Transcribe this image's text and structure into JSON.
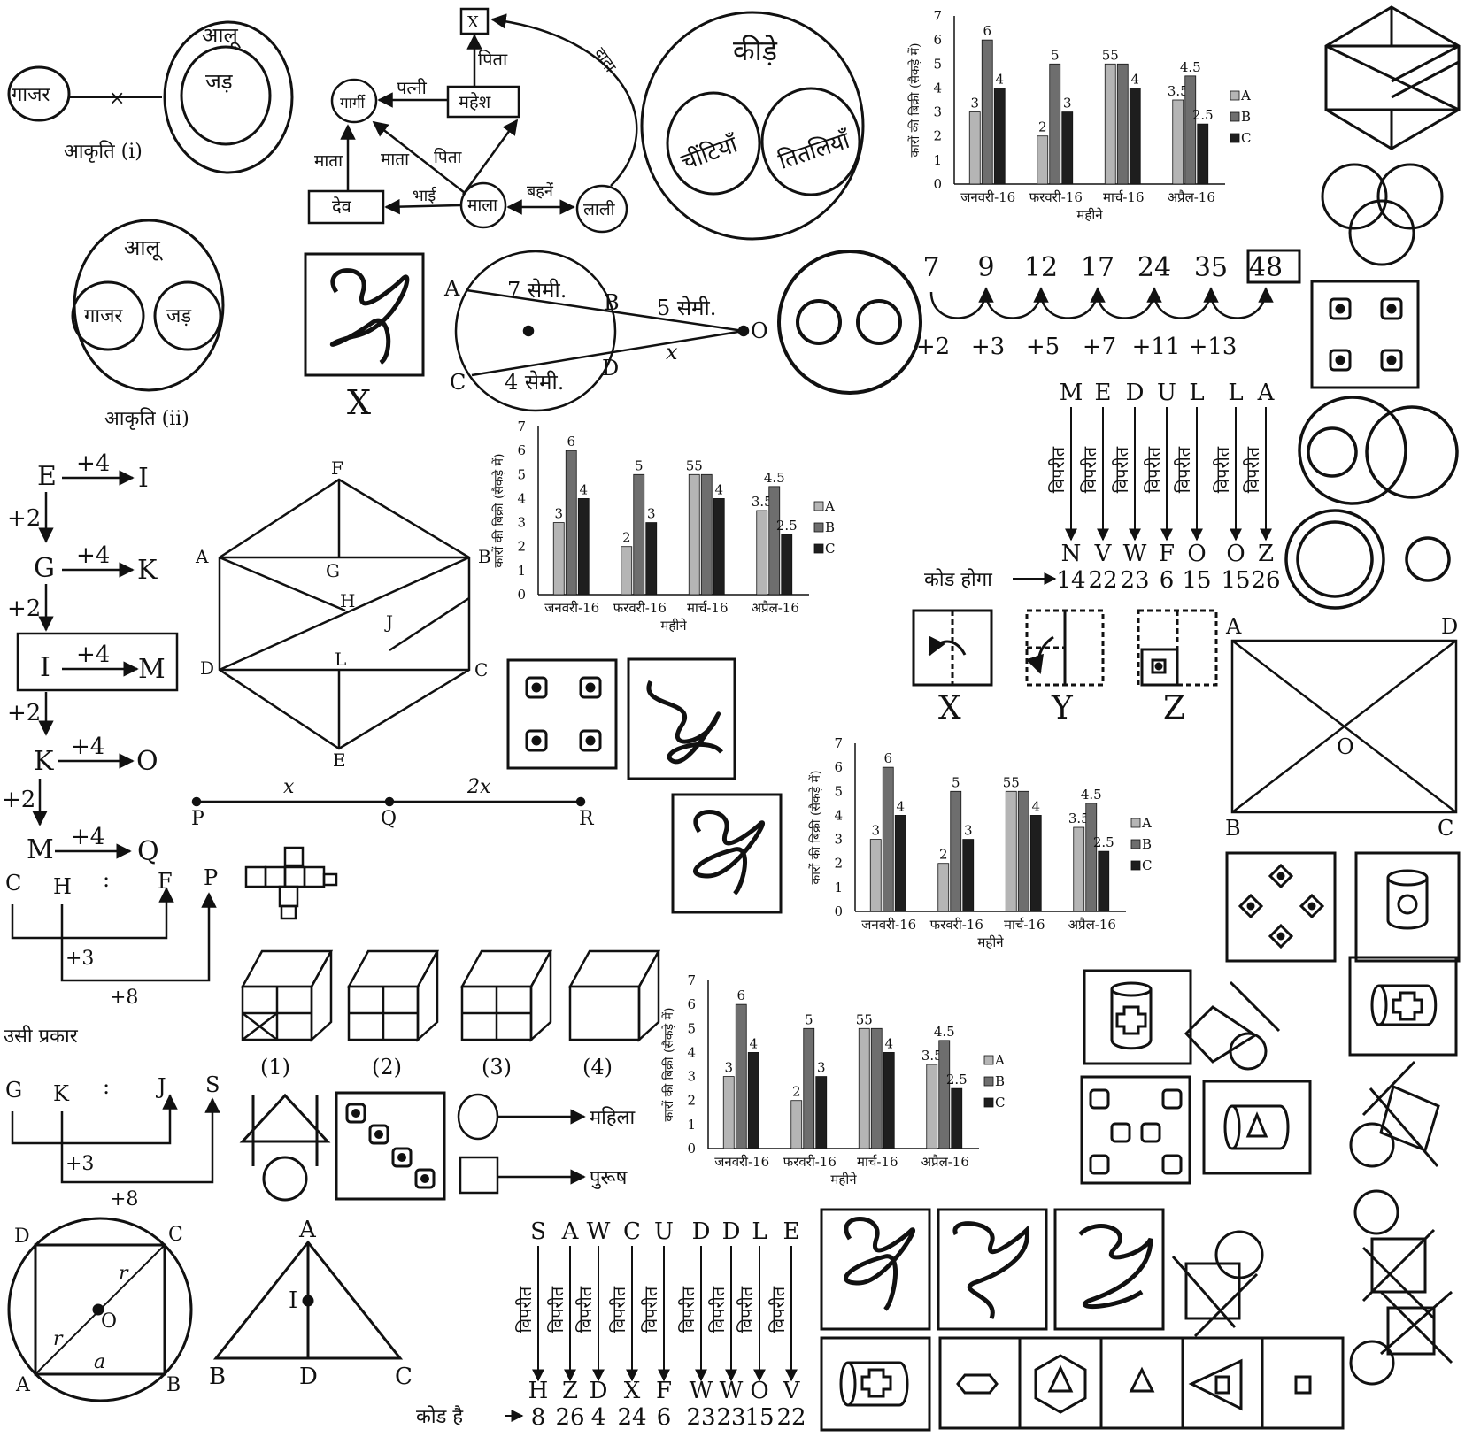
{
  "venn1": {
    "carrot": "गाजर",
    "potato": "आलू",
    "root": "जड़",
    "caption": "आकृति (i)"
  },
  "venn2": {
    "potato": "आलू",
    "carrot": "गाजर",
    "root": "जड़",
    "caption": "आकृति (ii)"
  },
  "family": {
    "x": "X",
    "father_top": "पिता",
    "gargi": "गार्गी",
    "wife": "पत्नी",
    "mahesh": "महेश",
    "mother1": "माता",
    "mother2": "माता",
    "father2": "पिता",
    "dev": "देव",
    "brother": "भाई",
    "mala": "माला",
    "sisters": "बहनें",
    "lali": "लाली",
    "grandfather": "दादा"
  },
  "insects": {
    "title": "कीड़े",
    "ants": "चींटियाँ",
    "butterflies": "तितलियाँ"
  },
  "bar_chart": {
    "ylabel": "कारों की बिक्री (सैकड़े में)",
    "xlabel": "महीने",
    "categories": [
      "जनवरी-16",
      "फरवरी-16",
      "मार्च-16",
      "अप्रैल-16"
    ],
    "yticks": [
      "0",
      "1",
      "2",
      "3",
      "4",
      "5",
      "6",
      "7"
    ],
    "legend": [
      "A",
      "B",
      "C"
    ],
    "labels": [
      [
        "3",
        "6",
        "4"
      ],
      [
        "2",
        "5",
        "3"
      ],
      [
        "55",
        "",
        "4"
      ],
      [
        "3.5",
        "4.5",
        "2.5"
      ]
    ]
  },
  "chart_data": [
    {
      "type": "bar",
      "categories": [
        "जनवरी-16",
        "फरवरी-16",
        "मार्च-16",
        "अप्रैल-16"
      ],
      "series": [
        {
          "name": "A",
          "values": [
            3,
            2,
            5,
            3.5
          ]
        },
        {
          "name": "B",
          "values": [
            6,
            5,
            5,
            4.5
          ]
        },
        {
          "name": "C",
          "values": [
            4,
            3,
            4,
            2.5
          ]
        }
      ],
      "xlabel": "महीने",
      "ylabel": "कारों की बिक्री (सैकड़े में)",
      "ylim": [
        0,
        7
      ],
      "legend": "right"
    },
    {
      "type": "bar",
      "categories": [
        "जनवरी-16",
        "फरवरी-16",
        "मार्च-16",
        "अप्रैल-16"
      ],
      "series": [
        {
          "name": "A",
          "values": [
            3,
            2,
            5,
            3.5
          ]
        },
        {
          "name": "B",
          "values": [
            6,
            5,
            5,
            4.5
          ]
        },
        {
          "name": "C",
          "values": [
            4,
            3,
            4,
            2.5
          ]
        }
      ],
      "xlabel": "महीने",
      "ylabel": "कारों की बिक्री (सैकड़े में)",
      "ylim": [
        0,
        7
      ],
      "legend": "right"
    },
    {
      "type": "bar",
      "categories": [
        "जनवरी-16",
        "फरवरी-16",
        "मार्च-16",
        "अप्रैल-16"
      ],
      "series": [
        {
          "name": "A",
          "values": [
            3,
            2,
            5,
            3.5
          ]
        },
        {
          "name": "B",
          "values": [
            6,
            5,
            5,
            4.5
          ]
        },
        {
          "name": "C",
          "values": [
            4,
            3,
            4,
            2.5
          ]
        }
      ],
      "xlabel": "महीने",
      "ylabel": "कारों की बिक्री (सैकड़े में)",
      "ylim": [
        0,
        7
      ],
      "legend": "right"
    },
    {
      "type": "bar",
      "categories": [
        "जनवरी-16",
        "फरवरी-16",
        "मार्च-16",
        "अप्रैल-16"
      ],
      "series": [
        {
          "name": "A",
          "values": [
            3,
            2,
            5,
            3.5
          ]
        },
        {
          "name": "B",
          "values": [
            6,
            5,
            5,
            4.5
          ]
        },
        {
          "name": "C",
          "values": [
            4,
            3,
            4,
            2.5
          ]
        }
      ],
      "xlabel": "महीने",
      "ylabel": "कारों की बिक्री (सैकड़े में)",
      "ylim": [
        0,
        7
      ],
      "legend": "right"
    }
  ],
  "labels": {
    "X": "X",
    "Y": "Y",
    "Z": "Z"
  },
  "circle_geo": {
    "A": "A",
    "B": "B",
    "C": "C",
    "D": "D",
    "O": "O",
    "ab": "7 सेमी.",
    "bo": "5 सेमी.",
    "cd": "4 सेमी.",
    "x": "x"
  },
  "series": {
    "terms": [
      "7",
      "9",
      "12",
      "17",
      "24",
      "35",
      "48"
    ],
    "diffs": [
      "+2",
      "+3",
      "+5",
      "+7",
      "+11",
      "+13"
    ]
  },
  "code1": {
    "letters": [
      "M",
      "E",
      "D",
      "U",
      "L",
      "L",
      "A"
    ],
    "codes": [
      "N",
      "V",
      "W",
      "F",
      "O",
      "O",
      "Z"
    ],
    "opposite": "विपरीत",
    "arrow_label": "कोड होगा",
    "numbers": [
      "14",
      "22",
      "23",
      "6",
      "15",
      "15",
      "26"
    ]
  },
  "letter_seq": {
    "E": "E",
    "I": "I",
    "G": "G",
    "K": "K",
    "M": "M",
    "O": "O",
    "Q": "Q",
    "plus4": "+4",
    "plus2": "+2"
  },
  "hexagon": {
    "F": "F",
    "A": "A",
    "B": "B",
    "G": "G",
    "H": "H",
    "J": "J",
    "D": "D",
    "L": "L",
    "C": "C",
    "E": "E"
  },
  "line_pqr": {
    "P": "P",
    "Q": "Q",
    "R": "R",
    "x": "x",
    "x2": "2x"
  },
  "analogy": {
    "C": "C",
    "H": "H",
    "F": "F",
    "P": "P",
    "colon": ":",
    "p3": "+3",
    "p8": "+8",
    "same": "उसी  प्रकार",
    "G": "G",
    "K": "K",
    "J": "J",
    "S": "S"
  },
  "cubes": {
    "opts": [
      "(1)",
      "(2)",
      "(3)",
      "(4)"
    ]
  },
  "gender": {
    "female": "महिला",
    "male": "पुरूष"
  },
  "rect": {
    "A": "A",
    "D": "D",
    "B": "B",
    "C": "C",
    "O": "O"
  },
  "square_circle": {
    "D": "D",
    "C": "C",
    "A": "A",
    "B": "B",
    "O": "O",
    "r1": "r",
    "r2": "r",
    "a": "a"
  },
  "triangle": {
    "A": "A",
    "B": "B",
    "C": "C",
    "D": "D",
    "I": "I"
  },
  "code2": {
    "letters": [
      "S",
      "A",
      "W",
      "C",
      "U",
      "D",
      "D",
      "L",
      "E"
    ],
    "codes": [
      "H",
      "Z",
      "D",
      "X",
      "F",
      "W",
      "W",
      "O",
      "V"
    ],
    "opposite": "विपरीत",
    "arrow_label": "कोड है",
    "numbers": [
      "8",
      "26",
      "4",
      "24",
      "6",
      "23",
      "23",
      "15",
      "22"
    ]
  }
}
